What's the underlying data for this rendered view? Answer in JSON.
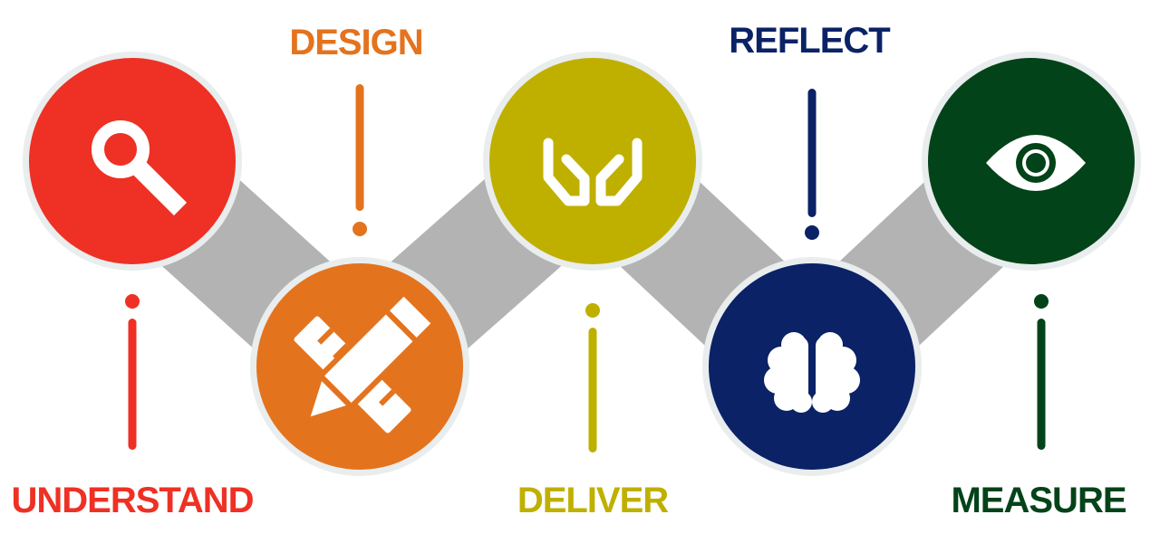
{
  "steps": [
    {
      "id": "understand",
      "label": "UNDERSTAND",
      "color": "#ee3124",
      "icon": "magnifying-glass-icon"
    },
    {
      "id": "design",
      "label": "DESIGN",
      "color": "#e4731e",
      "icon": "pencil-ruler-icon"
    },
    {
      "id": "deliver",
      "label": "DELIVER",
      "color": "#bfb000",
      "icon": "open-hands-icon"
    },
    {
      "id": "reflect",
      "label": "REFLECT",
      "color": "#0b2266",
      "icon": "brain-icon"
    },
    {
      "id": "measure",
      "label": "MEASURE",
      "color": "#034319",
      "icon": "eye-icon"
    }
  ],
  "connector_color": "#b3b3b3",
  "ring_color": "#e9edee"
}
